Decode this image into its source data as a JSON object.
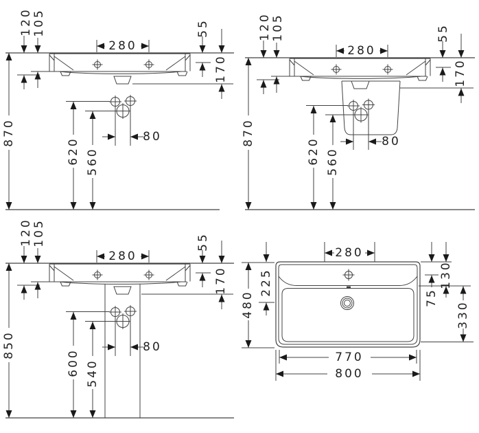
{
  "drawing": {
    "kind": "washbasin installation dimension drawing",
    "colors": {
      "line": "#414141",
      "text": "#222222",
      "arrow": "#1a1a1a",
      "background": "#ffffff"
    }
  },
  "views": [
    {
      "name": "wall-mounted basin front elevation",
      "dims": {
        "d120": "120",
        "d105": "105",
        "d280": "280",
        "d55": "55",
        "d170": "170",
        "d870": "870",
        "d620": "620",
        "d560": "560",
        "d80": "80"
      }
    },
    {
      "name": "basin with siphon cover front elevation",
      "dims": {
        "d120": "120",
        "d105": "105",
        "d280": "280",
        "d55": "55",
        "d170": "170",
        "d870": "870",
        "d620": "620",
        "d560": "560",
        "d80": "80"
      }
    },
    {
      "name": "basin on pedestal front elevation",
      "dims": {
        "d120": "120",
        "d105": "105",
        "d280": "280",
        "d55": "55",
        "d170": "170",
        "d850": "850",
        "d600": "600",
        "d540": "540",
        "d80": "80"
      }
    },
    {
      "name": "basin plan view",
      "dims": {
        "d280": "280",
        "d130": "130",
        "d75": "75",
        "d330": "330",
        "d480": "480",
        "d225": "225",
        "d770": "770",
        "d800": "800"
      }
    }
  ]
}
